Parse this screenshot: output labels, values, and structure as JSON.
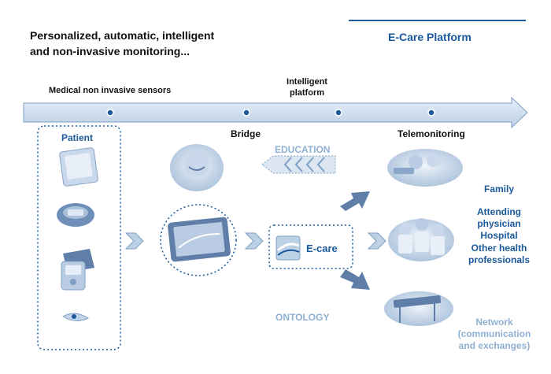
{
  "header": {
    "headline_line1": "Personalized, automatic, intelligent",
    "headline_line2": "and non-invasive monitoring...",
    "platform_title": "E-Care Platform"
  },
  "timeline": {
    "sensors_label": "Medical non invasive sensors",
    "intelligent_line1": "Intelligent",
    "intelligent_line2": "platform",
    "bridge_label": "Bridge",
    "telemonitoring_label": "Telemonitoring"
  },
  "patient": {
    "label": "Patient"
  },
  "center": {
    "education_label": "EDUCATION",
    "ontology_label": "ONTOLOGY",
    "ecare_label": "E-care"
  },
  "outputs": {
    "family": "Family",
    "attending_line1": "Attending",
    "attending_line2": "physician",
    "hospital": "Hospital",
    "other_line1": "Other health",
    "other_line2": "professionals",
    "network_line1": "Network",
    "network_line2": "(communication",
    "network_line3": "and exchanges)"
  },
  "colors": {
    "primary": "#1a5a9c",
    "light_blue": "#8fb0d3",
    "arrow_fill": "#cfddee",
    "arrow_stroke": "#7f9fc4"
  }
}
